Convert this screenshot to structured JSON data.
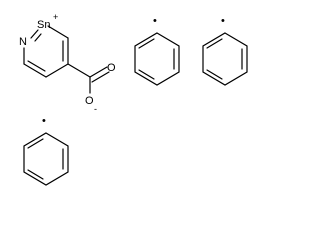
{
  "atoms": {
    "tin": "Sn",
    "tin_charge": "+",
    "nitrogen": "N",
    "oxygen_double": "O",
    "oxygen_single": "O",
    "oxygen_charge": "-"
  },
  "radicals": [
    {
      "ring": "phenyl-1",
      "symbol": "•"
    },
    {
      "ring": "phenyl-2",
      "symbol": "•"
    },
    {
      "ring": "phenyl-3",
      "symbol": "•"
    }
  ]
}
